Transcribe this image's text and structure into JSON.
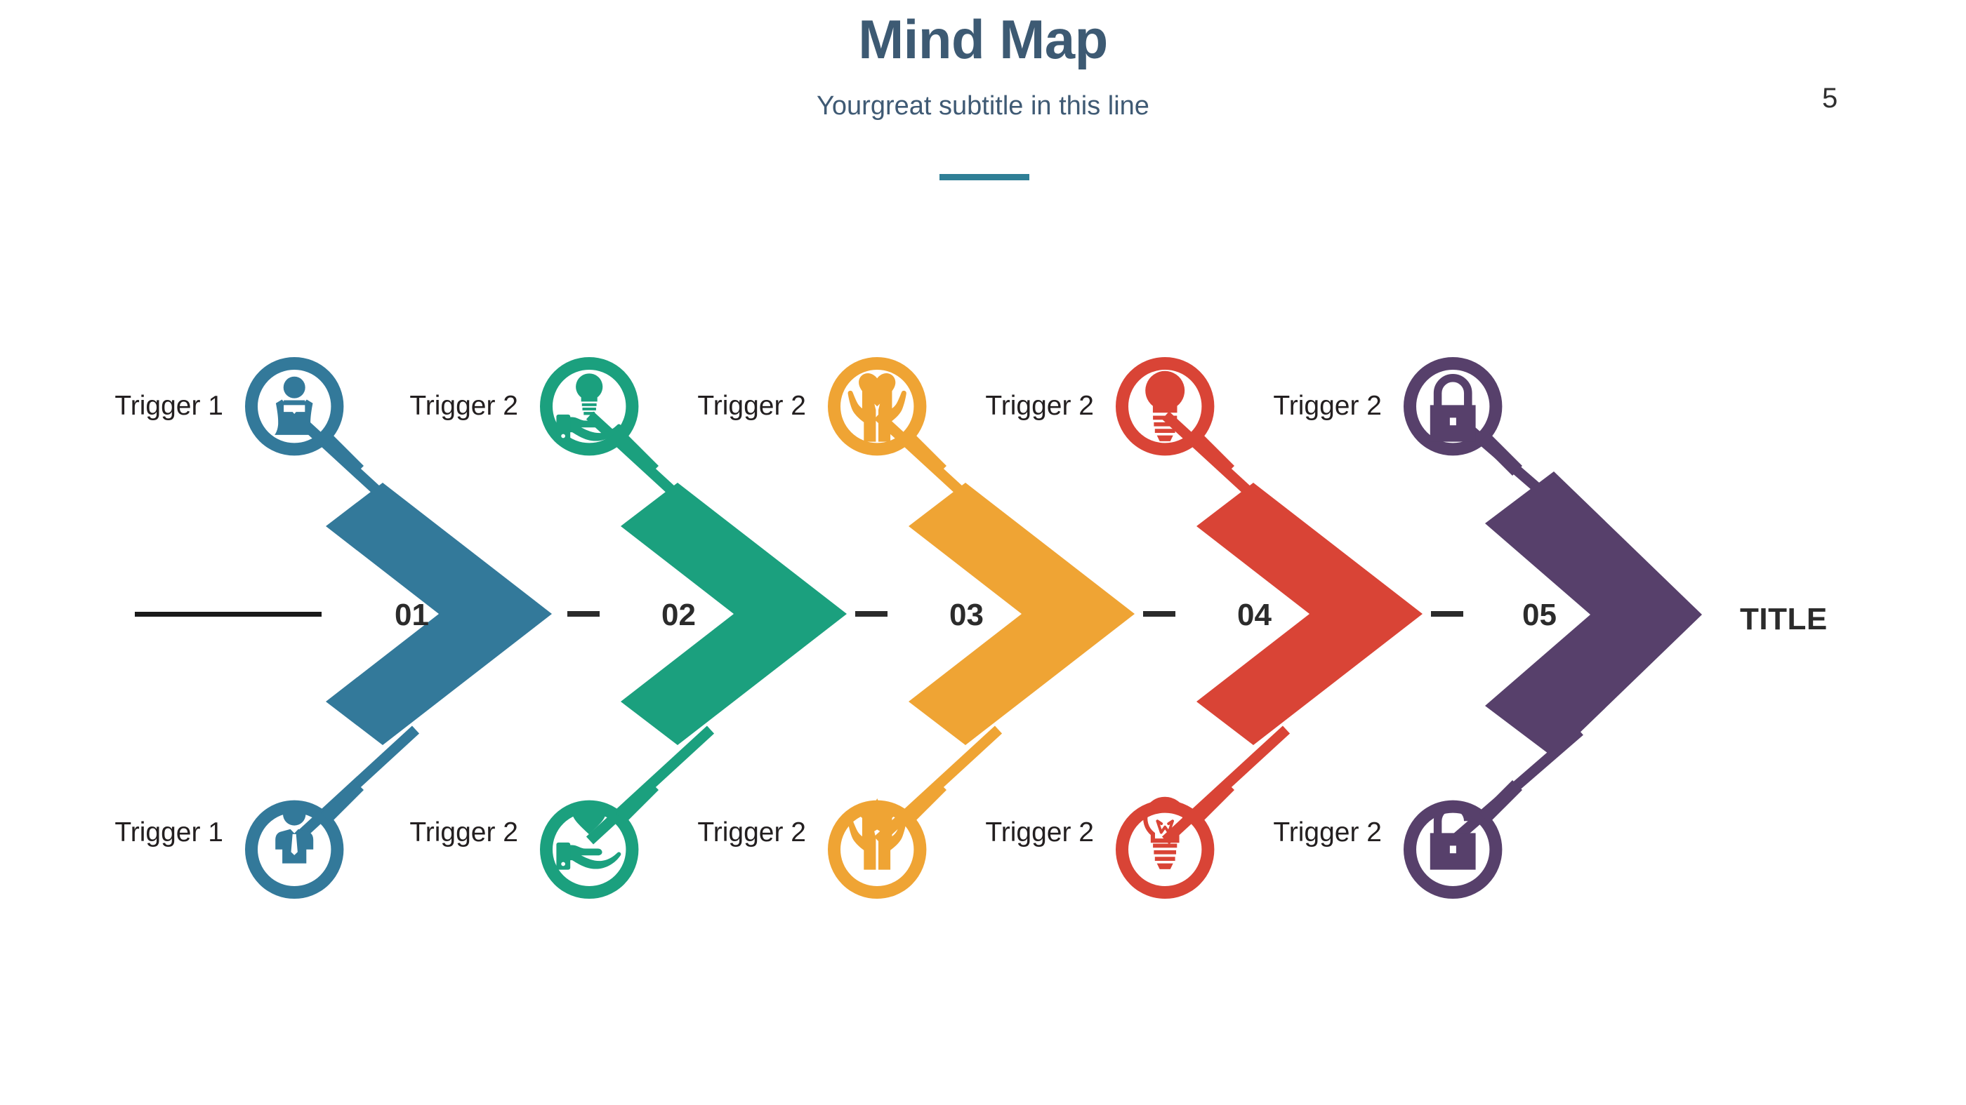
{
  "header": {
    "title": "Mind Map",
    "subtitle": "Yourgreat subtitle in this line",
    "page_number": "5",
    "rule_color": "#2f7f96"
  },
  "diagram": {
    "type": "chevron-process-mindmap",
    "end_label": "TITLE",
    "connector_dash_color": "#2b2b2b",
    "lead_line_color": "#1a1a1a",
    "steps": [
      {
        "number": "01",
        "color": "#33799a",
        "top": {
          "label": "Trigger 1",
          "icon": "woman-search-icon"
        },
        "bottom": {
          "label": "Trigger 1",
          "icon": "businessman-search-icon"
        }
      },
      {
        "number": "02",
        "color": "#1ba07e",
        "top": {
          "label": "Trigger 2",
          "icon": "hand-lightbulb-search-icon"
        },
        "bottom": {
          "label": "Trigger 2",
          "icon": "hand-heart-search-icon"
        }
      },
      {
        "number": "03",
        "color": "#efa434",
        "top": {
          "label": "Trigger 2",
          "icon": "hands-heart-search-icon"
        },
        "bottom": {
          "label": "Trigger 2",
          "icon": "hands-star-search-icon"
        }
      },
      {
        "number": "04",
        "color": "#d94436",
        "top": {
          "label": "Trigger 2",
          "icon": "lightbulb-filled-search-icon"
        },
        "bottom": {
          "label": "Trigger 2",
          "icon": "lightbulb-outline-search-icon"
        }
      },
      {
        "number": "05",
        "color": "#57406b",
        "top": {
          "label": "Trigger 2",
          "icon": "padlock-closed-search-icon"
        },
        "bottom": {
          "label": "Trigger 2",
          "icon": "padlock-open-search-icon"
        }
      }
    ]
  }
}
